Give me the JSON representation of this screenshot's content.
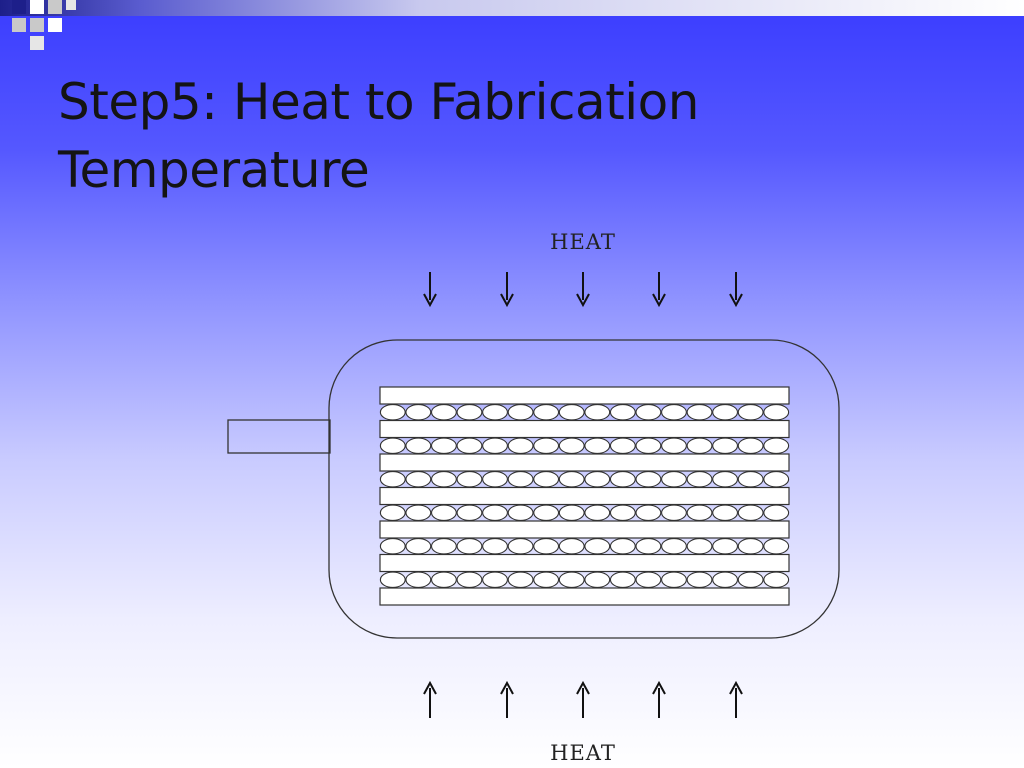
{
  "slide": {
    "title_line1": "Step5: Heat to Fabrication",
    "title_line2": "Temperature"
  },
  "diagram": {
    "heat_top_label": "HEAT",
    "heat_bottom_label": "HEAT",
    "arrows_down_count": 5,
    "arrows_up_count": 5,
    "plate_count": 7,
    "fiber_layer_count": 6,
    "fibers_per_layer": 16
  },
  "colors": {
    "outline": "#333333",
    "plate_fill": "#ffffff",
    "title_text": "#141414"
  }
}
